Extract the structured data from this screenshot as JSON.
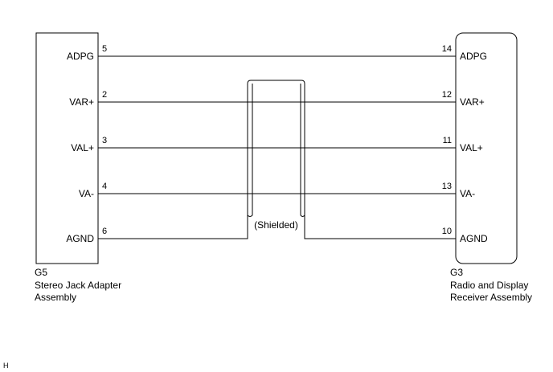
{
  "left_connector": {
    "code": "G5",
    "name_lines": [
      "Stereo Jack Adapter",
      "Assembly"
    ]
  },
  "right_connector": {
    "code": "G3",
    "name_lines": [
      "Radio and Display",
      "Receiver Assembly"
    ]
  },
  "wires": [
    {
      "left_label": "ADPG",
      "left_pin": "5",
      "right_pin": "14",
      "right_label": "ADPG"
    },
    {
      "left_label": "VAR+",
      "left_pin": "2",
      "right_pin": "12",
      "right_label": "VAR+"
    },
    {
      "left_label": "VAL+",
      "left_pin": "3",
      "right_pin": "11",
      "right_label": "VAL+"
    },
    {
      "left_label": "VA-",
      "left_pin": "4",
      "right_pin": "13",
      "right_label": "VA-"
    },
    {
      "left_label": "AGND",
      "left_pin": "6",
      "right_pin": "10",
      "right_label": "AGND"
    }
  ],
  "shield_label": "(Shielded)",
  "corner_mark": "H"
}
